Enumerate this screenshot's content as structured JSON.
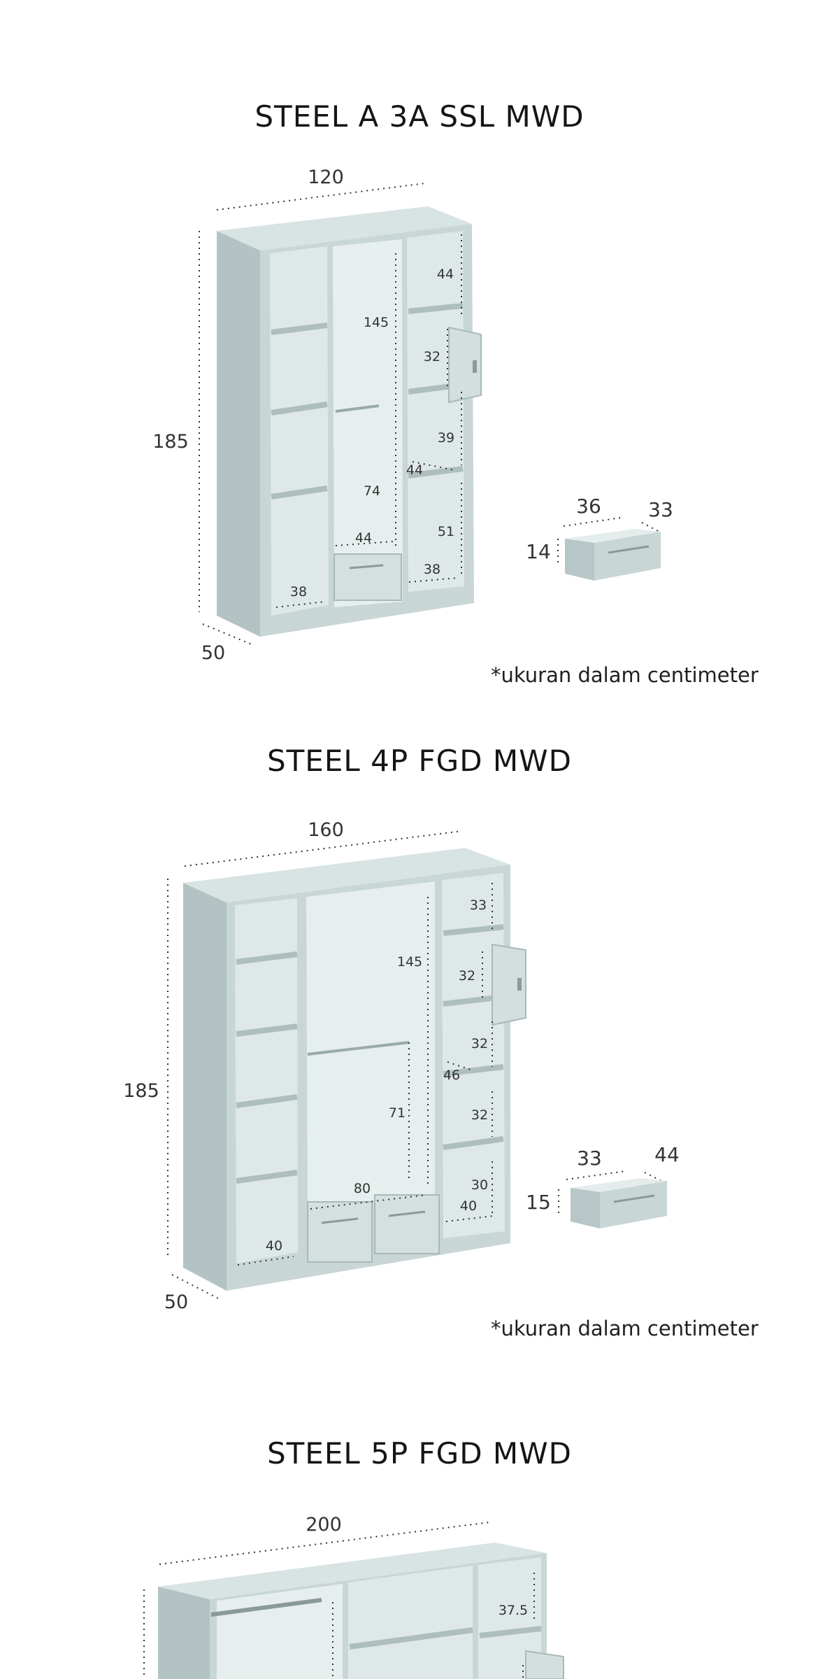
{
  "products": [
    {
      "title": "STEEL A 3A SSL MWD",
      "dims": {
        "width": "120",
        "height": "185",
        "depth": "50"
      },
      "inner": [
        "44",
        "145",
        "32",
        "39",
        "44",
        "74",
        "51",
        "44",
        "38",
        "38"
      ],
      "drawer": {
        "width": "36",
        "depth": "33",
        "height": "14"
      },
      "note": "*ukuran dalam centimeter"
    },
    {
      "title": "STEEL 4P FGD MWD",
      "dims": {
        "width": "160",
        "height": "185",
        "depth": "50"
      },
      "inner": [
        "33",
        "145",
        "32",
        "32",
        "46",
        "71",
        "32",
        "30",
        "80",
        "40",
        "40"
      ],
      "drawer": {
        "width": "33",
        "depth": "44",
        "height": "15"
      },
      "note": "*ukuran dalam centimeter"
    },
    {
      "title": "STEEL 5P FGD MWD",
      "dims": {
        "width": "200"
      },
      "inner": [
        "37.5"
      ]
    }
  ],
  "colors": {
    "cabinet_front": "#c9d6d6",
    "cabinet_side": "#b3c3c3",
    "cabinet_top": "#d8e3e3",
    "cabinet_inner": "#dfe8e8",
    "dim_line": "#333333"
  }
}
